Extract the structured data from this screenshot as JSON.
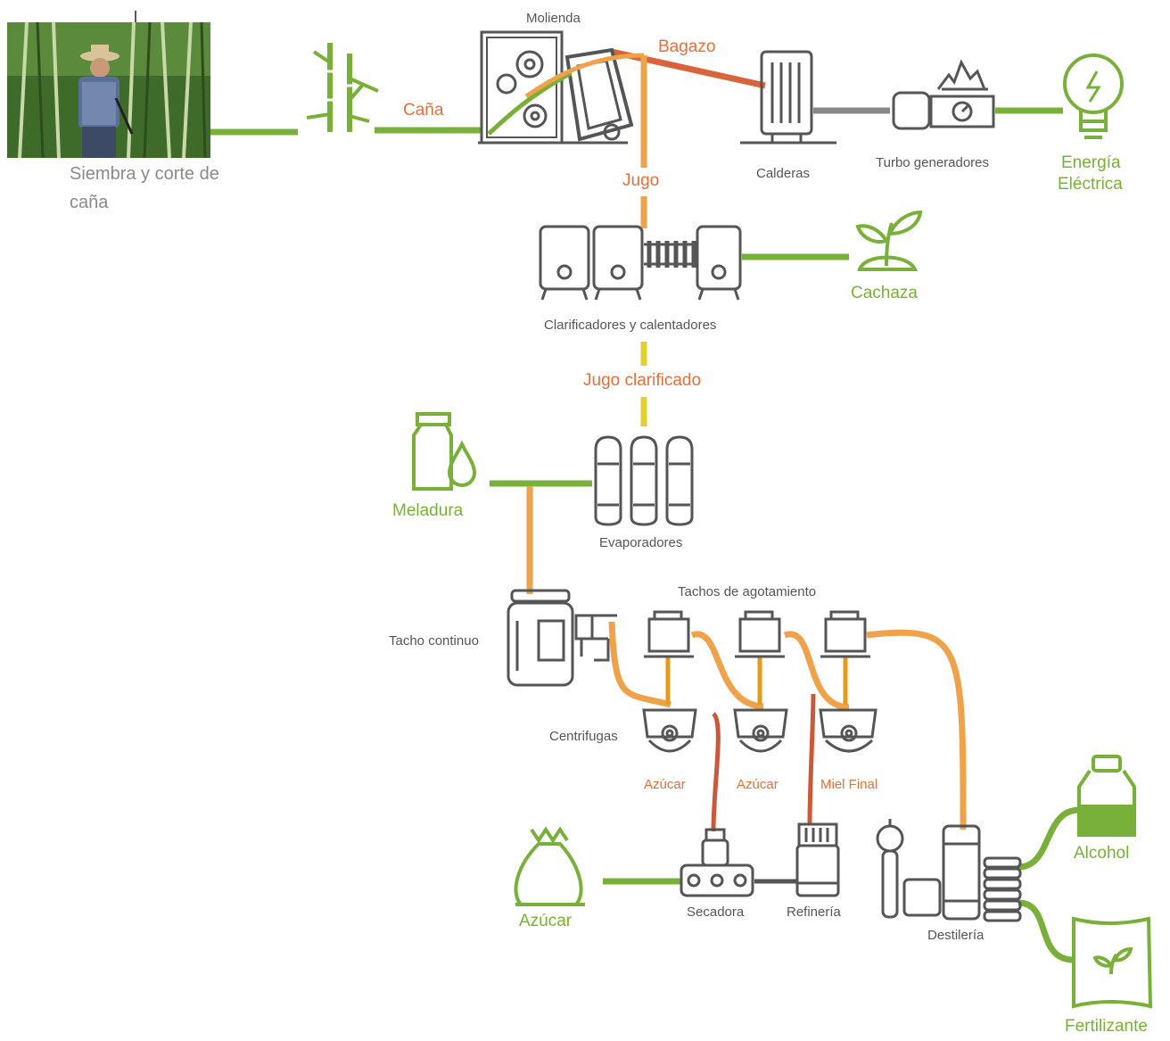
{
  "colors": {
    "green": "#79b03a",
    "orange": "#f0a24a",
    "orange_dark": "#d9633a",
    "yellow": "#e6cf2c",
    "gray": "#595959",
    "text_gray": "#6b6b6b",
    "product_text": "#79b03a",
    "flow_text": "#e0703c"
  },
  "photo": {
    "caption_line1": "Siembra y corte de",
    "caption_line2": "caña"
  },
  "stations": {
    "molienda": "Molienda",
    "calderas": "Calderas",
    "turbo": "Turbo generadores",
    "clarificadores": "Clarificadores y calentadores",
    "evaporadores": "Evaporadores",
    "tacho_continuo": "Tacho continuo",
    "tachos_agotamiento": "Tachos de agotamiento",
    "centrifugas": "Centrifugas",
    "secadora": "Secadora",
    "refineria": "Refinería",
    "destileria": "Destilería"
  },
  "flows": {
    "cana": "Caña",
    "bagazo": "Bagazo",
    "jugo": "Jugo",
    "jugo_clarificado": "Jugo clarificado",
    "azucar1": "Azúcar",
    "azucar2": "Azúcar",
    "miel_final": "Miel Final"
  },
  "products": {
    "energia_line1": "Energía",
    "energia_line2": "Eléctrica",
    "cachaza": "Cachaza",
    "meladura": "Meladura",
    "azucar": "Azúcar",
    "alcohol": "Alcohol",
    "fertilizante": "Fertilizante"
  },
  "icons": [
    "farmer-photo",
    "sugarcane-icon",
    "mill-icon",
    "boiler-icon",
    "turbo-generator-icon",
    "light-bulb-icon",
    "clarifier-heater-icon",
    "seedling-icon",
    "jar-drop-icon",
    "evaporator-icon",
    "continuous-pan-icon",
    "exhaustion-pan-icon",
    "centrifuge-icon",
    "sugar-sack-icon",
    "dryer-icon",
    "refinery-icon",
    "distillery-icon",
    "bottle-icon",
    "fertilizer-bag-icon"
  ]
}
